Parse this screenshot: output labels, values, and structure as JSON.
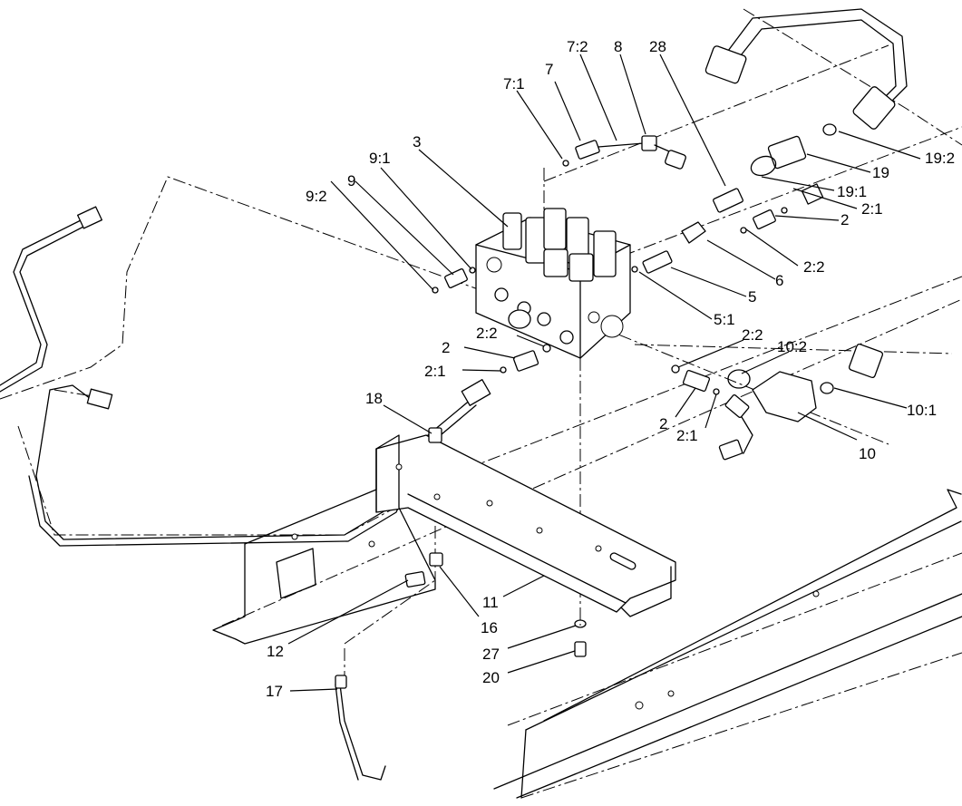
{
  "callouts": [
    {
      "id": "c-9-2",
      "label": "9:2"
    },
    {
      "id": "c-9",
      "label": "9"
    },
    {
      "id": "c-9-1",
      "label": "9:1"
    },
    {
      "id": "c-3",
      "label": "3"
    },
    {
      "id": "c-7-1",
      "label": "7:1"
    },
    {
      "id": "c-7",
      "label": "7"
    },
    {
      "id": "c-7-2",
      "label": "7:2"
    },
    {
      "id": "c-8",
      "label": "8"
    },
    {
      "id": "c-28",
      "label": "28"
    },
    {
      "id": "c-19-2",
      "label": "19:2"
    },
    {
      "id": "c-19",
      "label": "19"
    },
    {
      "id": "c-19-1",
      "label": "19:1"
    },
    {
      "id": "c-2-1-a",
      "label": "2:1"
    },
    {
      "id": "c-2-a",
      "label": "2"
    },
    {
      "id": "c-2-2-a",
      "label": "2:2"
    },
    {
      "id": "c-6",
      "label": "6"
    },
    {
      "id": "c-5",
      "label": "5"
    },
    {
      "id": "c-5-1",
      "label": "5:1"
    },
    {
      "id": "c-2-2-b",
      "label": "2:2"
    },
    {
      "id": "c-2-b",
      "label": "2"
    },
    {
      "id": "c-2-1-b",
      "label": "2:1"
    },
    {
      "id": "c-2-2-c",
      "label": "2:2"
    },
    {
      "id": "c-10-2",
      "label": "10:2"
    },
    {
      "id": "c-10-1",
      "label": "10:1"
    },
    {
      "id": "c-10",
      "label": "10"
    },
    {
      "id": "c-2-c",
      "label": "2"
    },
    {
      "id": "c-2-1-c",
      "label": "2:1"
    },
    {
      "id": "c-18",
      "label": "18"
    },
    {
      "id": "c-11",
      "label": "11"
    },
    {
      "id": "c-12",
      "label": "12"
    },
    {
      "id": "c-16",
      "label": "16"
    },
    {
      "id": "c-27",
      "label": "27"
    },
    {
      "id": "c-20",
      "label": "20"
    },
    {
      "id": "c-17",
      "label": "17"
    }
  ]
}
